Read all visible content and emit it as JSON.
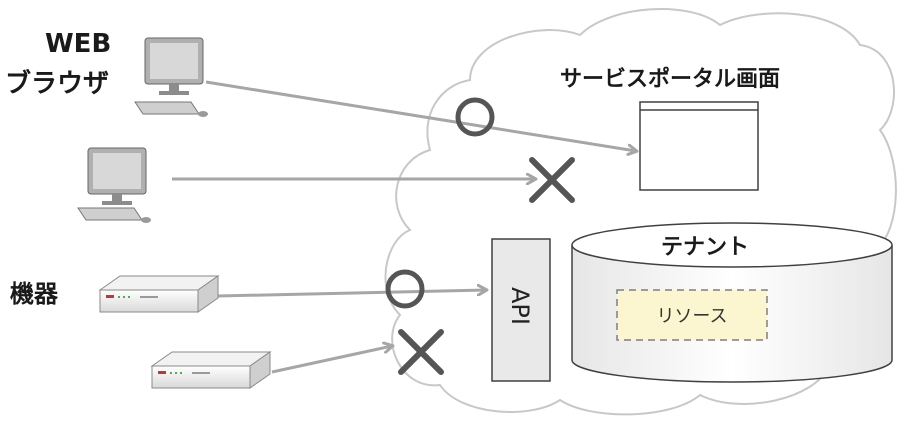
{
  "labels": {
    "web_line1": "WEB",
    "web_line2": "ブラウザ",
    "devices": "機器",
    "portal": "サービスポータル画面",
    "tenant": "テナント",
    "api": "API",
    "resource": "リソース"
  },
  "status_marks": {
    "allowed": "○",
    "denied": "×"
  },
  "colors": {
    "cloud_stroke": "#c8c8c8",
    "arrow": "#a6a6a6",
    "mark": "#555555",
    "resource_fill": "#fbf6cf",
    "resource_stroke": "#7f7f7f",
    "api_fill": "#e9e9e9"
  },
  "icons": {
    "pc": "desktop-computer-icon",
    "device": "network-device-icon"
  }
}
